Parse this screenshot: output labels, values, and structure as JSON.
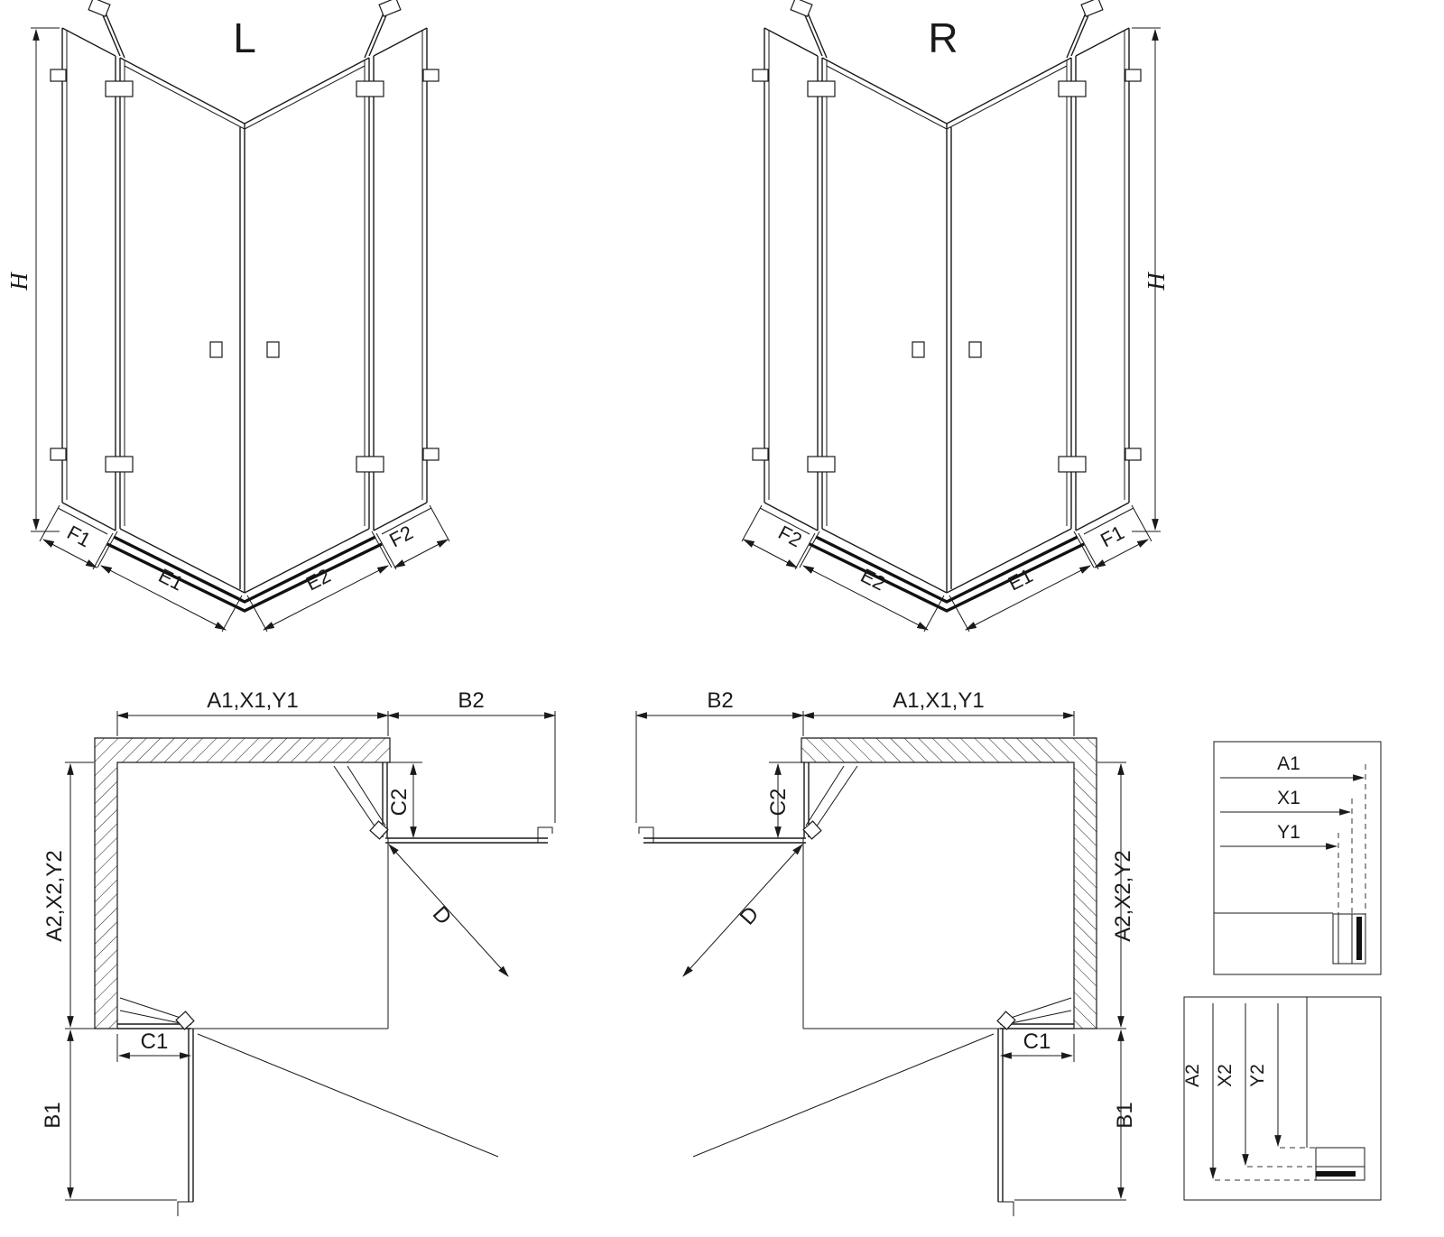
{
  "figure": {
    "ink": "#1a1a1a",
    "labels": {
      "L": "L",
      "R": "R",
      "H": "H",
      "F1": "F1",
      "E1": "E1",
      "E2": "E2",
      "F2": "F2",
      "A1XY": "A1,X1,Y1",
      "A2XY": "A2,X2,Y2",
      "B1": "B1",
      "B2": "B2",
      "C1": "C1",
      "C2": "C2",
      "D": "D"
    },
    "detail_top": {
      "rows": [
        "A1",
        "X1",
        "Y1"
      ]
    },
    "detail_bottom": {
      "rows": [
        "A2",
        "X2",
        "Y2"
      ]
    }
  }
}
